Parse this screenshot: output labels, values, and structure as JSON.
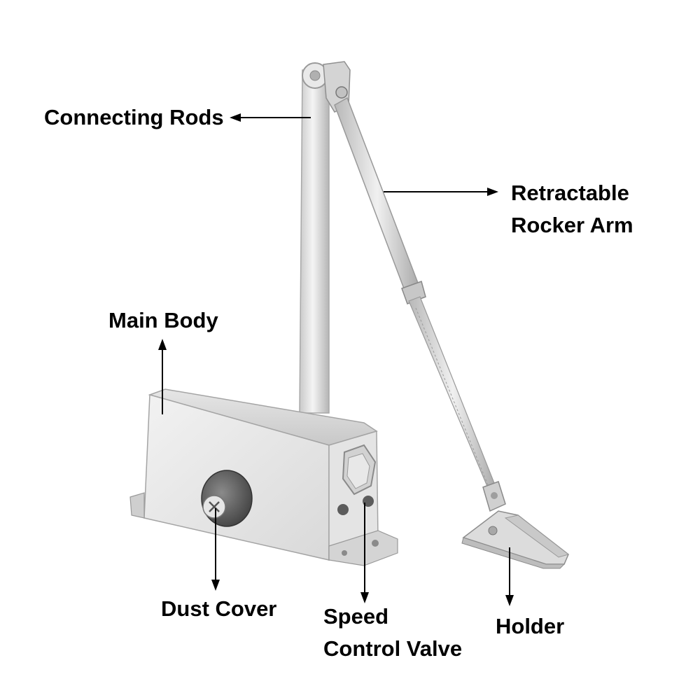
{
  "labels": {
    "connecting_rods": "Connecting Rods",
    "retractable_line1": "Retractable",
    "retractable_line2": "Rocker Arm",
    "main_body": "Main Body",
    "dust_cover": "Dust Cover",
    "speed_line1": "Speed",
    "speed_line2": "Control Valve",
    "holder": "Holder"
  },
  "colors": {
    "background": "#ffffff",
    "text": "#000000",
    "arrow": "#000000",
    "metal_light": "#eeeeee",
    "metal_mid": "#d6d6d6",
    "metal_dark": "#a9a9a9",
    "cap": "#5a5a5a"
  }
}
